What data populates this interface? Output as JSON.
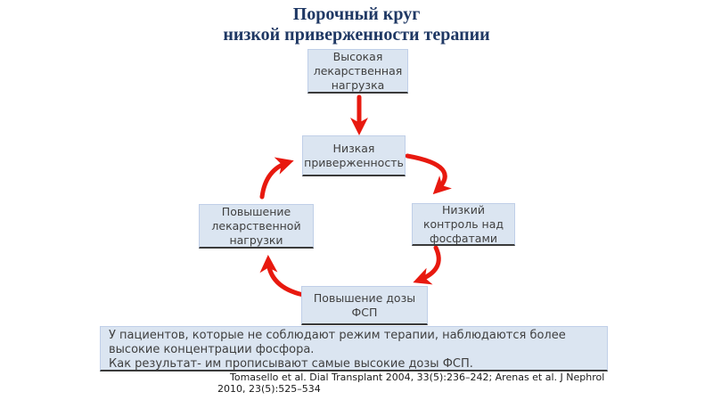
{
  "title": {
    "line1": "Порочный круг",
    "line2": "низкой приверженности терапии"
  },
  "diagram": {
    "type": "cycle",
    "nodes": [
      {
        "id": "high-drug-load",
        "label": "Высокая лекарственная нагрузка"
      },
      {
        "id": "low-adherence",
        "label": "Низкая приверженность"
      },
      {
        "id": "low-phosphate-control",
        "label": "Низкий контроль над фосфатами"
      },
      {
        "id": "psp-dose-increase",
        "label": "Повышение дозы ФСП"
      },
      {
        "id": "drug-load-increase",
        "label": "Повышение лекарственной нагрузки"
      }
    ],
    "edges": [
      {
        "from": "high-drug-load",
        "to": "low-adherence"
      },
      {
        "from": "low-adherence",
        "to": "low-phosphate-control"
      },
      {
        "from": "low-phosphate-control",
        "to": "psp-dose-increase"
      },
      {
        "from": "psp-dose-increase",
        "to": "drug-load-increase"
      },
      {
        "from": "drug-load-increase",
        "to": "low-adherence"
      }
    ]
  },
  "note": {
    "line1": "У пациентов, которые не соблюдают режим терапии, наблюдаются более высокие концентрации фосфора.",
    "line2": "Как результат- им прописывают самые высокие дозы ФСП."
  },
  "citation": {
    "line1": "Tomasello et al. Dial Transplant 2004, 33(5):236–242; Arenas et al. J Nephrol",
    "line2": "2010, 23(5):525–534"
  },
  "colors": {
    "title_color": "#1f3864",
    "box_fill": "#dbe5f1",
    "box_border": "#c0cfe8",
    "box_underline": "#3a3a3a",
    "box_text": "#3f3f3f",
    "arrow_color": "#e8190f",
    "citation_color": "#1a1a1a"
  }
}
